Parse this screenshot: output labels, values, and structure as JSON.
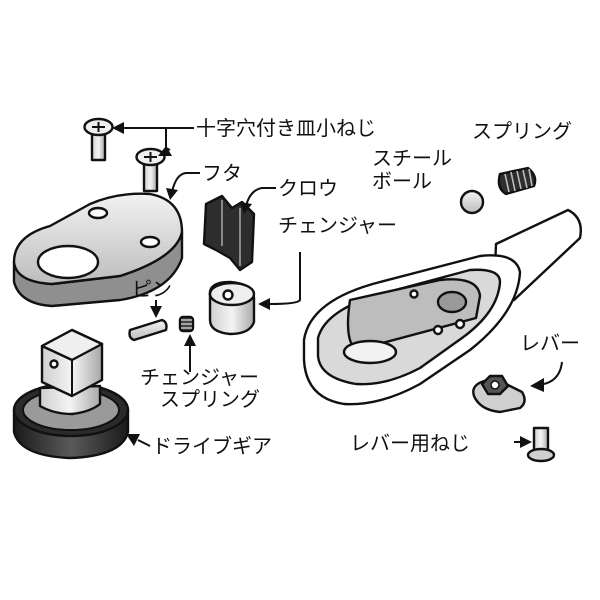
{
  "labels": {
    "screws_plate": "十字穴付き皿小ねじ",
    "lid": "フタ",
    "pawl": "クロウ",
    "spring": "スプリング",
    "steel_ball_line1": "スチール",
    "steel_ball_line2": "ボール",
    "changer": "チェンジャー",
    "pin": "ピン",
    "changer_spring_line1": "チェンジャー",
    "changer_spring_line2": "スプリング",
    "lever": "レバー",
    "lever_screw": "レバー用ねじ",
    "drive_gear": "ドライブギア"
  },
  "colors": {
    "outline": "#111111",
    "part_fill": "#e6e6e6",
    "part_fill_dark": "#bdbdbd",
    "part_dark": "#3a3a3a"
  }
}
